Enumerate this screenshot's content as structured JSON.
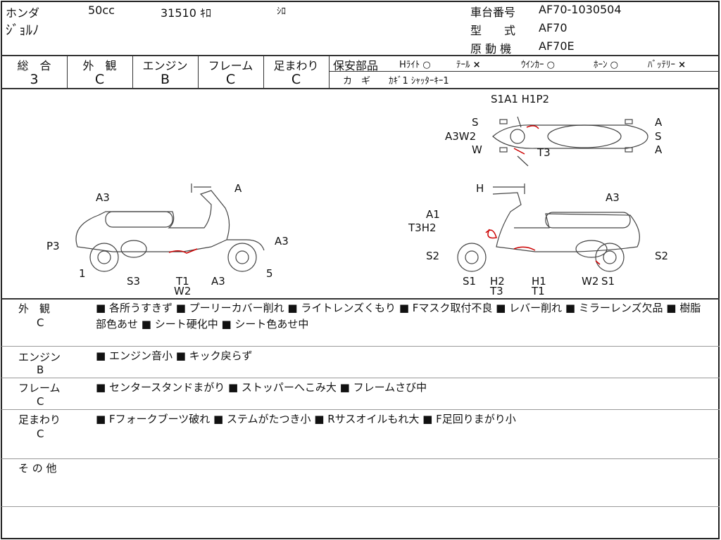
{
  "header": {
    "maker": "ホンダ",
    "displacement": "50cc",
    "mileage": "31510 ｷﾛ",
    "color": "ｼﾛ",
    "model_name": "ｼﾞｮﾙﾉ",
    "frame_no_label": "車台番号",
    "frame_no": "AF70-1030504",
    "type_label": "型　　式",
    "type": "AF70",
    "engine_label": "原 動 機",
    "engine": "AF70E"
  },
  "grades": [
    {
      "label": "総　合",
      "value": "3"
    },
    {
      "label": "外　観",
      "value": "C"
    },
    {
      "label": "エンジン",
      "value": "B"
    },
    {
      "label": "フレーム",
      "value": "C"
    },
    {
      "label": "足まわり",
      "value": "C"
    }
  ],
  "safety": {
    "label": "保安部品",
    "items": [
      {
        "name": "Hﾗｲﾄ",
        "mark": "○"
      },
      {
        "name": "ﾃｰﾙ",
        "mark": "×"
      },
      {
        "name": "ｳｲﾝｶｰ",
        "mark": "○"
      },
      {
        "name": "ﾎｰﾝ",
        "mark": "○"
      },
      {
        "name": "ﾊﾞｯﾃﾘｰ",
        "mark": "×"
      }
    ],
    "key_label": "カ　ギ",
    "key_value": "ｶｷﾞ1 ｼｬｯﾀｰｷｰ1"
  },
  "diagram": {
    "top": [
      "S1A1 H1P2",
      "S",
      "A3W2",
      "W",
      "T3",
      "A",
      "S",
      "A"
    ],
    "left": [
      "A",
      "A3",
      "P3",
      "A3",
      "1",
      "S3",
      "T1",
      "W2",
      "A3",
      "5"
    ],
    "right": [
      "H",
      "A3",
      "A1",
      "T3H2",
      "S2",
      "S2",
      "S1",
      "H2",
      "T3",
      "H1",
      "T1",
      "W2",
      "S1"
    ]
  },
  "comments": [
    {
      "label": "外　観",
      "grade": "C",
      "text": "■ 各所うすきず ■ プーリーカバー削れ ■ ライトレンズくもり ■ Fマスク取付不良 ■ レバー削れ ■ ミラーレンズ欠品 ■ 樹脂部色あせ ■ シート硬化中 ■ シート色あせ中"
    },
    {
      "label": "エンジン",
      "grade": "B",
      "text": "■ エンジン音小 ■ キック戻らず"
    },
    {
      "label": "フレーム",
      "grade": "C",
      "text": "■ センタースタンドまがり ■ ストッパーへこみ大 ■ フレームさび中"
    },
    {
      "label": "足まわり",
      "grade": "C",
      "text": "■ Fフォークブーツ破れ ■ ステムがたつき小 ■ Rサスオイルもれ大 ■ F足回りまがり小"
    },
    {
      "label": "そ の 他",
      "grade": "",
      "text": ""
    }
  ]
}
